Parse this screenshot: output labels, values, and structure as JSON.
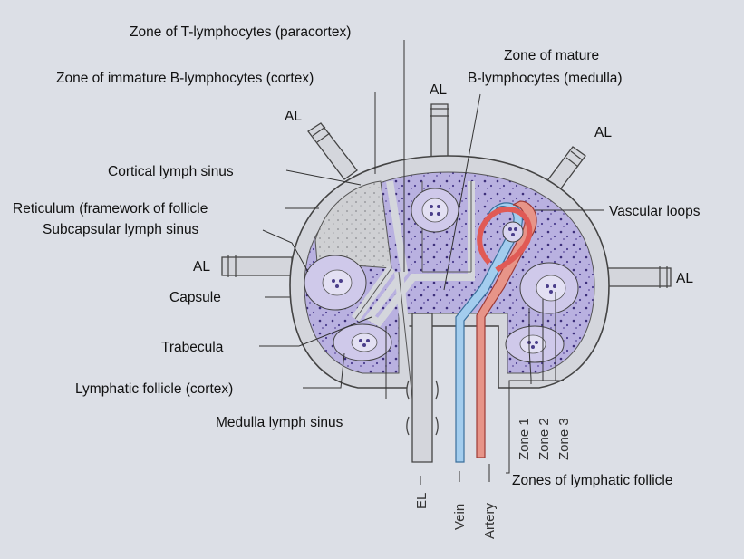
{
  "labels": {
    "zone_t": "Zone of T-lymphocytes (paracortex)",
    "zone_mature_1": "Zone of mature",
    "zone_mature_2": "B-lymphocytes (medulla)",
    "zone_immature": "Zone of immature B-lymphocytes (cortex)",
    "al_top": "AL",
    "al_upper_left": "AL",
    "al_upper_right": "AL",
    "al_left": "AL",
    "al_right": "AL",
    "cortical_sinus": "Cortical lymph sinus",
    "reticulum": "Reticulum (framework of follicle",
    "vascular_loops": "Vascular loops",
    "subcapsular_sinus": "Subcapsular lymph sinus",
    "capsule": "Capsule",
    "trabecula": "Trabecula",
    "lymphatic_follicle": "Lymphatic follicle (cortex)",
    "medulla_sinus": "Medulla lymph sinus",
    "zone1": "Zone 1",
    "zone2": "Zone 2",
    "zone3": "Zone 3",
    "zones_follicle": "Zones of lymphatic follicle",
    "el": "EL",
    "vein": "Vein",
    "artery": "Artery"
  },
  "colors": {
    "background": "#dcdfe6",
    "capsule": "#d4d6dc",
    "lymph_tissue": "#b6aede",
    "reticulum": "#c9cacd",
    "vein": "#a3cdee",
    "artery": "#e79488",
    "nucleus": "#4a3d8a"
  }
}
